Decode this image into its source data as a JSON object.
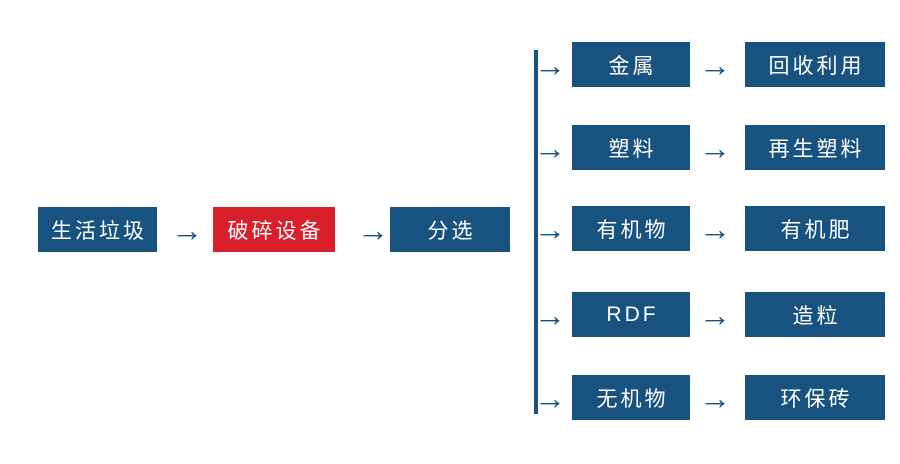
{
  "colors": {
    "primary_blue": "#185380",
    "accent_red": "#D91F2C",
    "text_white": "#FFFFFF",
    "background": "#FFFFFF"
  },
  "arrow_glyph": "→",
  "main_flow": [
    {
      "label": "生活垃圾"
    },
    {
      "label": "破碎设备"
    },
    {
      "label": "分选"
    }
  ],
  "branches": [
    {
      "source": "金属",
      "target": "回收利用"
    },
    {
      "source": "塑料",
      "target": "再生塑料"
    },
    {
      "source": "有机物",
      "target": "有机肥"
    },
    {
      "source": "RDF",
      "target": "造粒"
    },
    {
      "source": "无机物",
      "target": "环保砖"
    }
  ]
}
